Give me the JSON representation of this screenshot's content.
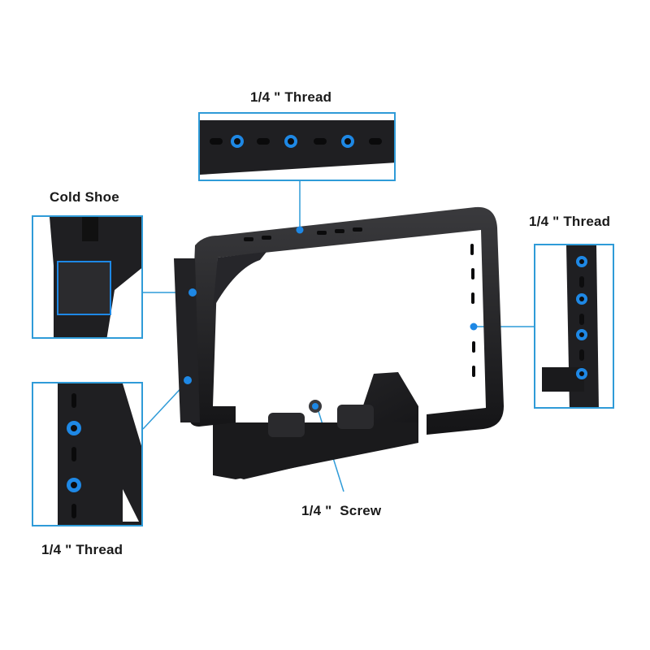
{
  "callouts": {
    "top_thread": "1/4 \" Thread",
    "cold_shoe": "Cold Shoe",
    "right_thread": "1/4 \" Thread",
    "bottom_left_thread": "1/4 \" Thread",
    "screw": "1/4 \"  Screw"
  },
  "colors": {
    "accent": "#2f9bd8",
    "hole_highlight": "#1e88e5",
    "metal": "#1c1c1e",
    "metal_light": "#3a3a3d"
  }
}
